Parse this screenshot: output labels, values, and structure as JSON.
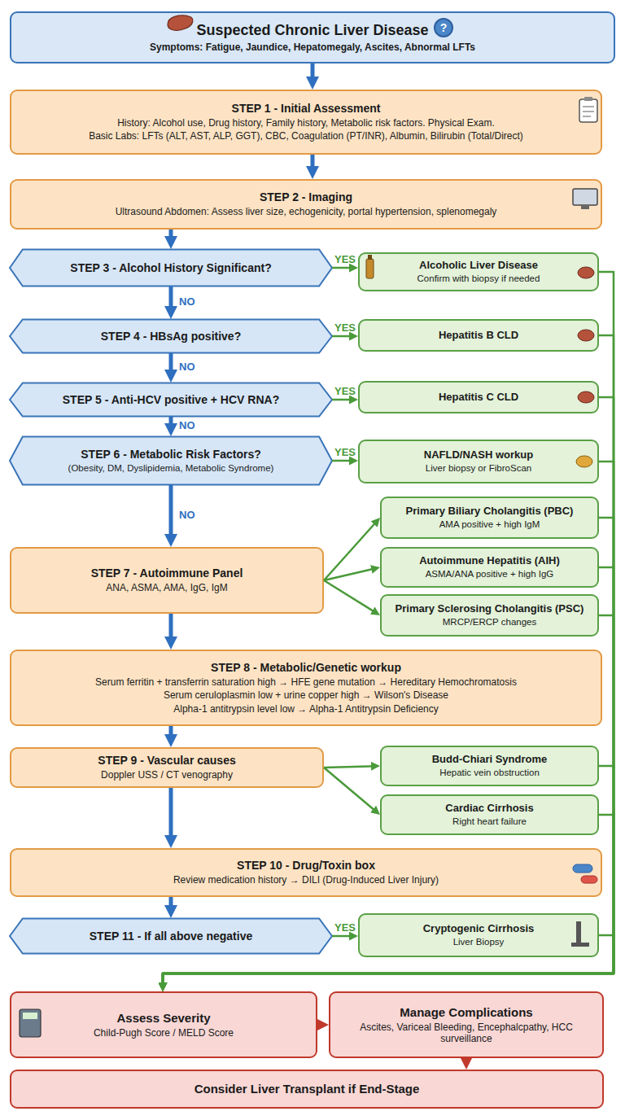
{
  "diagram": {
    "nodes": [
      {
        "text": [
          "Suspected Chronic Liver Disease",
          "Symptoms: Fatigue, Jaundice, Hepatomegaly, Ascites, Abnormal LFTs"
        ]
      },
      {
        "text": [
          "STEP 1 - Initial Assessment",
          "History: Alcohol use, Drug history, Family history, Metabolic risk factors. Physical Exam.",
          "Basic Labs: LFTs (ALT, AST, ALP, GGT), CBC, Coagulation (PT/INR), Albumin, Bilirubin (Total/Direct)"
        ]
      },
      {
        "text": [
          "STEP 2 - Imaging",
          "Ultrasound Abdomen: Assess liver size, echogenicity, portal hypertension, splenomegaly"
        ]
      },
      {
        "text": [
          "STEP 3 - Alcohol History Significant?"
        ]
      },
      {
        "text": [
          "Alcoholic Liver Disease",
          "Confirm with biopsy if needed"
        ]
      },
      {
        "text": [
          "STEP 4 - HBsAg positive?"
        ]
      },
      {
        "text": [
          "Hepatitis B CLD"
        ]
      },
      {
        "text": [
          "STEP 5 - Anti-HCV positive + HCV RNA?"
        ]
      },
      {
        "text": [
          "Hepatitis C CLD"
        ]
      },
      {
        "text": [
          "STEP 6 - Metabolic Risk Factors?",
          "(Obesity, DM, Dyslipidemia, Metabolic Syndrome)"
        ]
      },
      {
        "text": [
          "NAFLD/NASH workup",
          "Liver biopsy or FibroScan"
        ]
      },
      {
        "text": [
          "Primary Biliary Cholangitis (PBC)",
          "AMA positive + high IgM"
        ]
      },
      {
        "text": [
          "STEP 7 - Autoimmune Panel",
          "ANA, ASMA, AMA, IgG, IgM"
        ]
      },
      {
        "text": [
          "Autoimmune Hepatitis (AIH)",
          "ASMA/ANA positive + high IgG"
        ]
      },
      {
        "text": [
          "Primary Sclerosing Cholangitis (PSC)",
          "MRCP/ERCP changes"
        ]
      },
      {
        "text": [
          "STEP 8 - Metabolic/Genetic workup",
          "Serum ferritin + transferrin saturation high → HFE gene mutation → Hereditary Hemochromatosis",
          "Serum ceruloplasmin low + urine copper high → Wilson's Disease",
          "Alpha-1 antitrypsin level low → Alpha-1 Antitrypsin Deficiency"
        ]
      },
      {
        "text": [
          "STEP 9 - Vascular causes",
          "Doppler USS / CT venography"
        ]
      },
      {
        "text": [
          "Budd-Chiari Syndrome",
          "Hepatic vein obstruction"
        ]
      },
      {
        "text": [
          "Cardiac Cirrhosis",
          "Right heart failure"
        ]
      },
      {
        "text": [
          "STEP 10 - Drug/Toxin box",
          "Review medication history → DILI (Drug-Induced Liver Injury)"
        ]
      },
      {
        "text": [
          "STEP 11 - If all above negative"
        ]
      },
      {
        "text": [
          "Cryptogenic Cirrhosis",
          "Liver Biopsy"
        ]
      },
      {
        "text": [
          "Assess Severity",
          "Child-Pugh Score / MELD Score"
        ]
      },
      {
        "text": [
          "Manage Complications",
          "Ascites, Variceal Bleeding, Encephalcpathy, HCC surveillance"
        ]
      },
      {
        "text": [
          "Consider Liver Transplant if End-Stage"
        ]
      }
    ],
    "edges": [
      {
        "from": 0,
        "to": 1,
        "arrow": "to"
      },
      {
        "from": 1,
        "to": 2,
        "arrow": "to"
      },
      {
        "from": 2,
        "to": 3,
        "arrow": "to"
      },
      {
        "from": 3,
        "to": 4,
        "label": "YES",
        "arrow": "to"
      },
      {
        "from": 3,
        "to": 5,
        "label": "NO",
        "arrow": "to"
      },
      {
        "from": 5,
        "to": 6,
        "label": "YES",
        "arrow": "to"
      },
      {
        "from": 5,
        "to": 7,
        "label": "NO",
        "arrow": "to"
      },
      {
        "from": 7,
        "to": 8,
        "label": "YES",
        "arrow": "to"
      },
      {
        "from": 7,
        "to": 9,
        "label": "NO",
        "arrow": "to"
      },
      {
        "from": 9,
        "to": 10,
        "label": "YES",
        "arrow": "to"
      },
      {
        "from": 9,
        "to": 12,
        "label": "NO",
        "arrow": "to"
      },
      {
        "from": 12,
        "to": 11,
        "arrow": "to"
      },
      {
        "from": 12,
        "to": 13,
        "arrow": "to"
      },
      {
        "from": 12,
        "to": 14,
        "arrow": "to"
      },
      {
        "from": 12,
        "to": 15,
        "arrow": "to"
      },
      {
        "from": 15,
        "to": 16,
        "arrow": "to"
      },
      {
        "from": 16,
        "to": 17,
        "arrow": "to"
      },
      {
        "from": 16,
        "to": 18,
        "arrow": "to"
      },
      {
        "from": 16,
        "to": 19,
        "arrow": "to"
      },
      {
        "from": 19,
        "to": 20,
        "arrow": "to"
      },
      {
        "from": 20,
        "to": 21,
        "label": "YES",
        "arrow": "to"
      },
      {
        "from": 4,
        "to": 22,
        "arrow": "to"
      },
      {
        "from": 6,
        "to": 22,
        "arrow": "to"
      },
      {
        "from": 8,
        "to": 22,
        "arrow": "to"
      },
      {
        "from": 10,
        "to": 22,
        "arrow": "to"
      },
      {
        "from": 11,
        "to": 22,
        "arrow": "to"
      },
      {
        "from": 13,
        "to": 22,
        "arrow": "to"
      },
      {
        "from": 14,
        "to": 22,
        "arrow": "to"
      },
      {
        "from": 17,
        "to": 22,
        "arrow": "to"
      },
      {
        "from": 18,
        "to": 22,
        "arrow": "to"
      },
      {
        "from": 21,
        "to": 22,
        "arrow": "to"
      },
      {
        "from": 22,
        "to": 23,
        "arrow": "to"
      },
      {
        "from": 23,
        "to": 24,
        "arrow": "to"
      }
    ],
    "labels": [
      "?"
    ]
  }
}
